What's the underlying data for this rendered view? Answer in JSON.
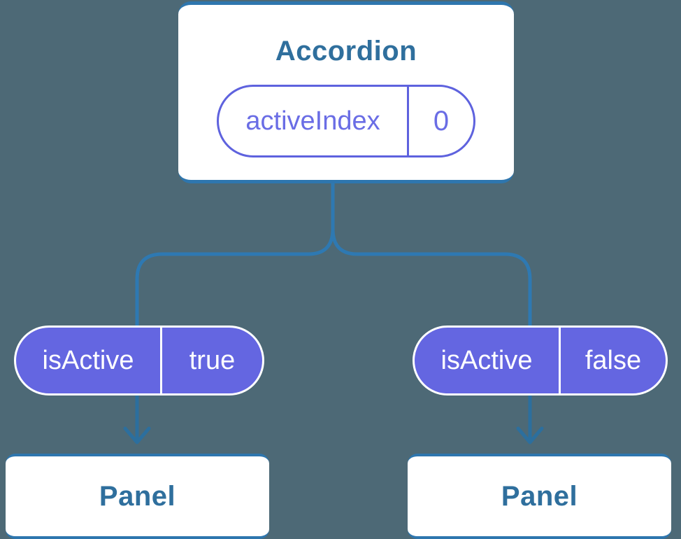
{
  "tree": {
    "root": {
      "label": "Accordion",
      "state": {
        "name": "activeIndex",
        "value": "0"
      }
    },
    "children": [
      {
        "label": "Panel",
        "prop": {
          "name": "isActive",
          "value": "true"
        }
      },
      {
        "label": "Panel",
        "prop": {
          "name": "isActive",
          "value": "false"
        }
      }
    ]
  },
  "colors": {
    "background": "#4d6976",
    "card_fill": "#ffffff",
    "card_border": "#2e76ae",
    "node_text": "#2f6f9d",
    "connector_line": "#2e79b2",
    "arrow": "#2c6f9e",
    "pill_fill_purple": "#6466e1",
    "pill_border_purple": "#5e62de",
    "pill_text_purple": "#6a6de5",
    "pill_text_white": "#ffffff"
  }
}
